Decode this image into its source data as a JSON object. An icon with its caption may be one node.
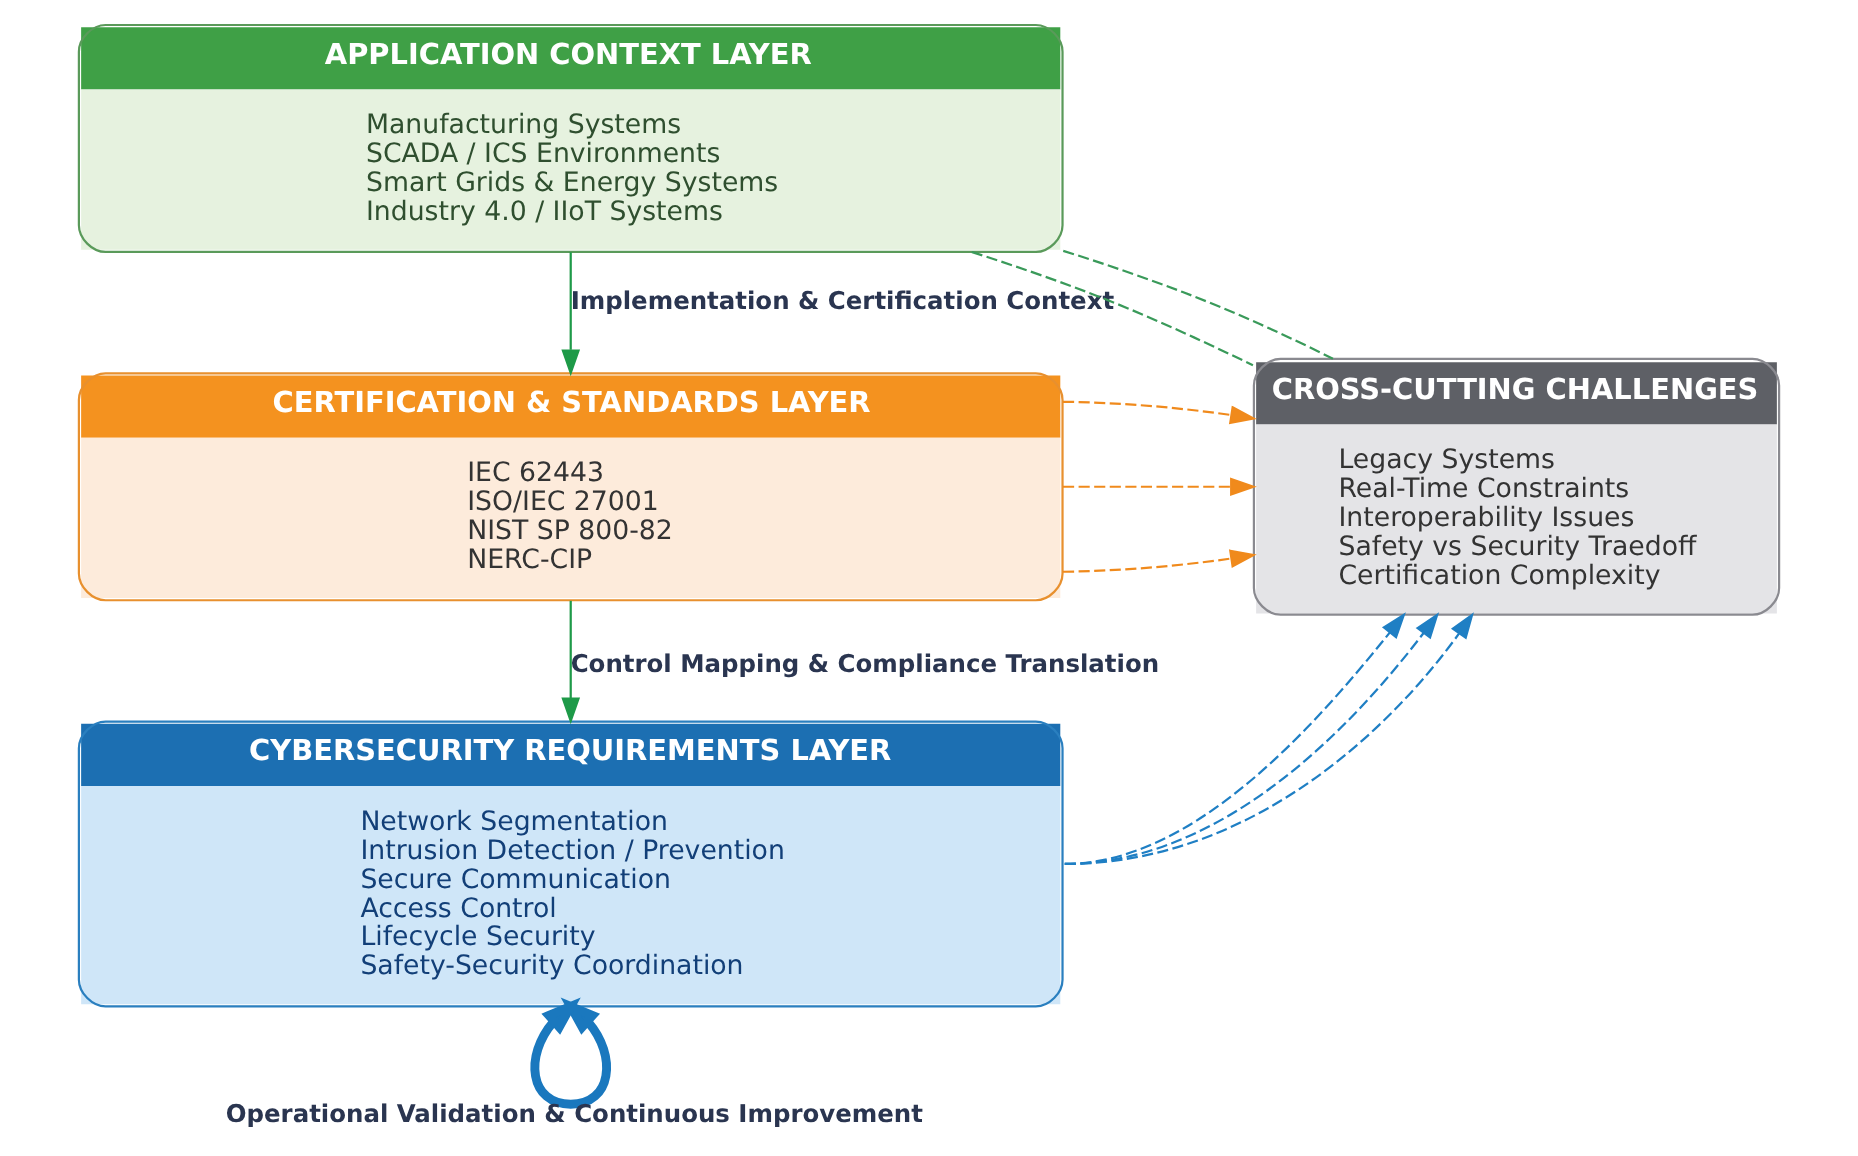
{
  "diagram": {
    "nodes": [
      {
        "text": [
          "APPLICATION CONTEXT LAYER",
          "Manufacturing Systems",
          "SCADA / ICS Environments",
          "Smart Grids & Energy Systems",
          "Industry 4.0 / IIoT Systems"
        ]
      },
      {
        "text": [
          "CERTIFICATION & STANDARDS LAYER",
          "IEC 62443",
          "ISO/IEC 27001",
          "NIST SP 800-82",
          "NERC-CIP"
        ]
      },
      {
        "text": [
          "CYBERSECURITY REQUIREMENTS LAYER",
          "Network Segmentation",
          "Intrusion Detection / Prevention",
          "Secure Communication",
          "Access Control",
          "Lifecycle Security",
          "Safety-Security Coordination"
        ]
      },
      {
        "text": [
          "CROSS-CUTTING CHALLENGES",
          "Legacy Systems",
          "Real-Time Constraints",
          "Interoperability Issues",
          "Safety vs Security Traedoff",
          "Certification Complexity"
        ]
      }
    ],
    "edges": [
      {
        "from": 0,
        "to": 1,
        "arrow": "to",
        "label": "Implementation & Certification Context",
        "color": "#1e9a48"
      },
      {
        "from": 1,
        "to": 2,
        "arrow": "to",
        "label": "Control Mapping & Compliance Translation",
        "color": "#1e9a48"
      },
      {
        "from": 0,
        "to": 3,
        "arrow": "none",
        "style": "dashed",
        "color": "#3a9a5a"
      },
      {
        "from": 0,
        "to": 3,
        "arrow": "none",
        "style": "dashed",
        "color": "#3a9a5a"
      },
      {
        "from": 1,
        "to": 3,
        "arrow": "to",
        "style": "dashed",
        "color": "#f08a1c"
      },
      {
        "from": 1,
        "to": 3,
        "arrow": "to",
        "style": "dashed",
        "color": "#f08a1c"
      },
      {
        "from": 1,
        "to": 3,
        "arrow": "to",
        "style": "dashed",
        "color": "#f08a1c"
      },
      {
        "from": 2,
        "to": 3,
        "arrow": "to",
        "style": "dashed",
        "color": "#1f7fc4"
      },
      {
        "from": 2,
        "to": 3,
        "arrow": "to",
        "style": "dashed",
        "color": "#1f7fc4"
      },
      {
        "from": 2,
        "to": 3,
        "arrow": "to",
        "style": "dashed",
        "color": "#1f7fc4"
      },
      {
        "from": 2,
        "to": 2,
        "arrow": "both",
        "label": "Operational Validation & Continuous Improvement",
        "style": "thick",
        "color": "#1a78be"
      }
    ]
  }
}
